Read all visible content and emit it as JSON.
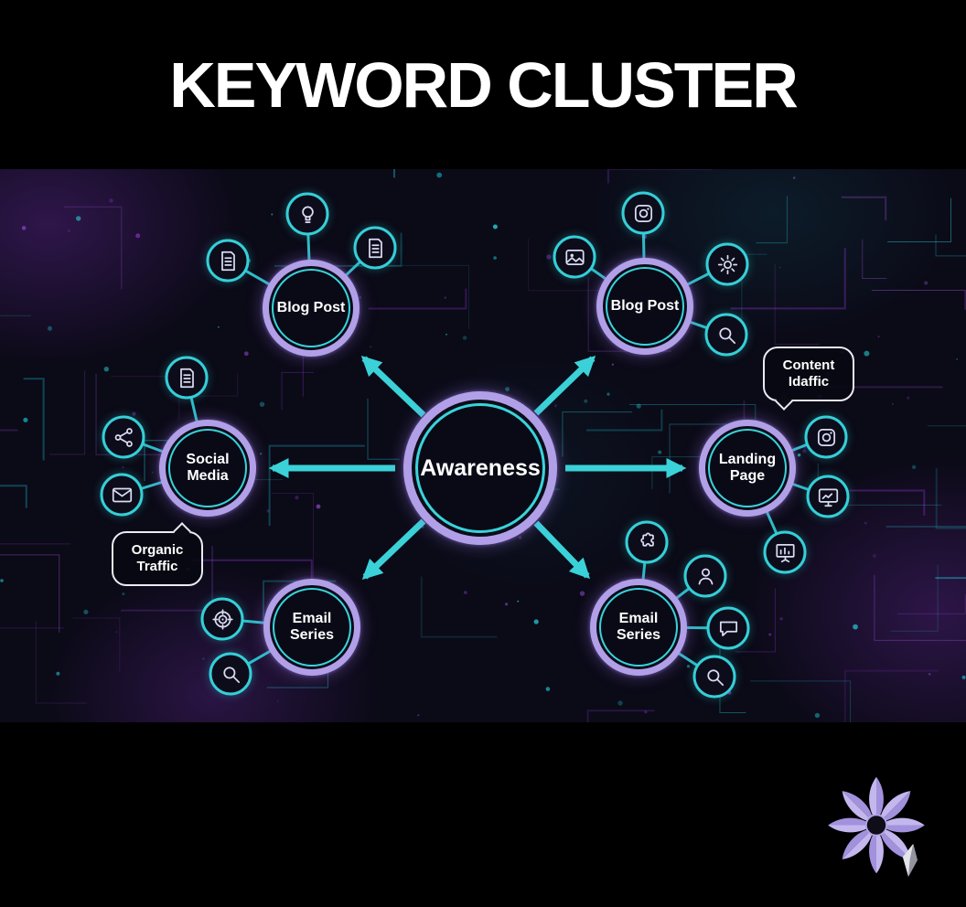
{
  "title": "KEYWORD CLUSTER",
  "colors": {
    "page_bg": "#000000",
    "canvas_bg": "#0b0a17",
    "ring_purple": "#b1a0e8",
    "ring_cyan": "#38d4da",
    "arrow": "#3ad2d8",
    "icon_stroke": "#d9dcf2",
    "text": "#ffffff",
    "logo_purple": "#b2a4e6"
  },
  "center_node": {
    "label": "Awareness"
  },
  "nodes": {
    "blog_post_left": {
      "label": "Blog Post",
      "satellites": [
        "lightbulb-icon",
        "document-icon",
        "document-icon"
      ]
    },
    "blog_post_right": {
      "label": "Blog Post",
      "satellites": [
        "instagram-icon",
        "image-icon",
        "gear-icon",
        "search-icon"
      ]
    },
    "social_media": {
      "label": "Social Media",
      "satellites": [
        "document-icon",
        "share-icon",
        "mail-icon"
      ]
    },
    "landing_page": {
      "label": "Landing Page",
      "satellites": [
        "instagram-icon",
        "monitor-icon",
        "chart-icon"
      ]
    },
    "email_series_left": {
      "label": "Email Series",
      "satellites": [
        "target-icon",
        "search-icon"
      ]
    },
    "email_series_right": {
      "label": "Email Series",
      "satellites": [
        "puzzle-icon",
        "person-icon",
        "chat-icon",
        "search-icon"
      ]
    }
  },
  "callouts": {
    "organic_traffic": {
      "label": "Organic Traffic"
    },
    "content_traffic": {
      "label": "Content Idaffic"
    }
  }
}
